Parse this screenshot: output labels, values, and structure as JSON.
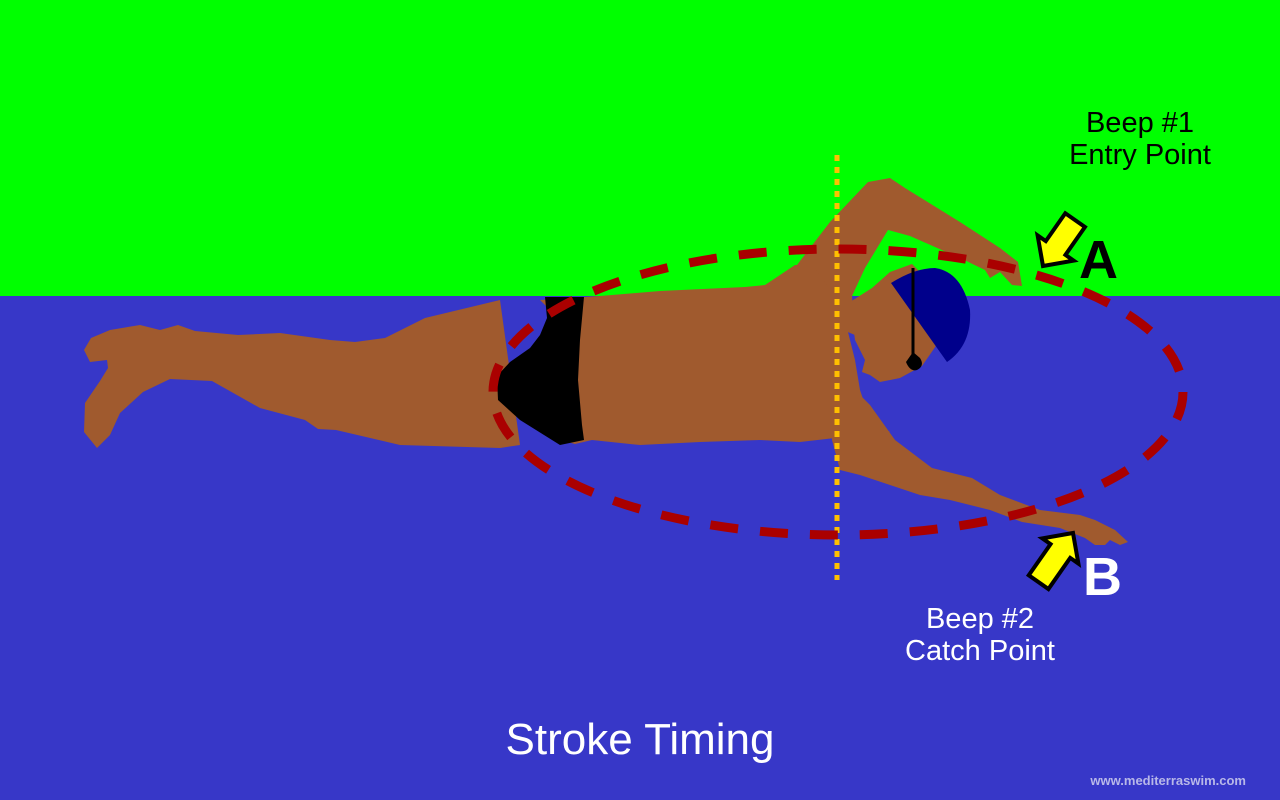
{
  "title": "Stroke Timing",
  "credit": "www.mediterraswim.com",
  "annotations": {
    "point_a": {
      "letter": "A",
      "line1": "Beep #1",
      "line2": "Entry Point"
    },
    "point_b": {
      "letter": "B",
      "line1": "Beep #2",
      "line2": "Catch Point"
    }
  },
  "colors": {
    "air": "#00ff00",
    "water": "#3737c8",
    "skin": "#a05a2e",
    "swimsuit": "#000000",
    "cap": "#00008b",
    "stroke_path": "#aa0000",
    "vertical_guide": "#ffc000",
    "arrow_fill": "#ffff00",
    "arrow_outline": "#000000"
  },
  "illustration": {
    "subject": "freestyle-swimmer",
    "stroke_path_style": "dashed-ellipse",
    "vertical_guide_style": "dotted-line"
  }
}
